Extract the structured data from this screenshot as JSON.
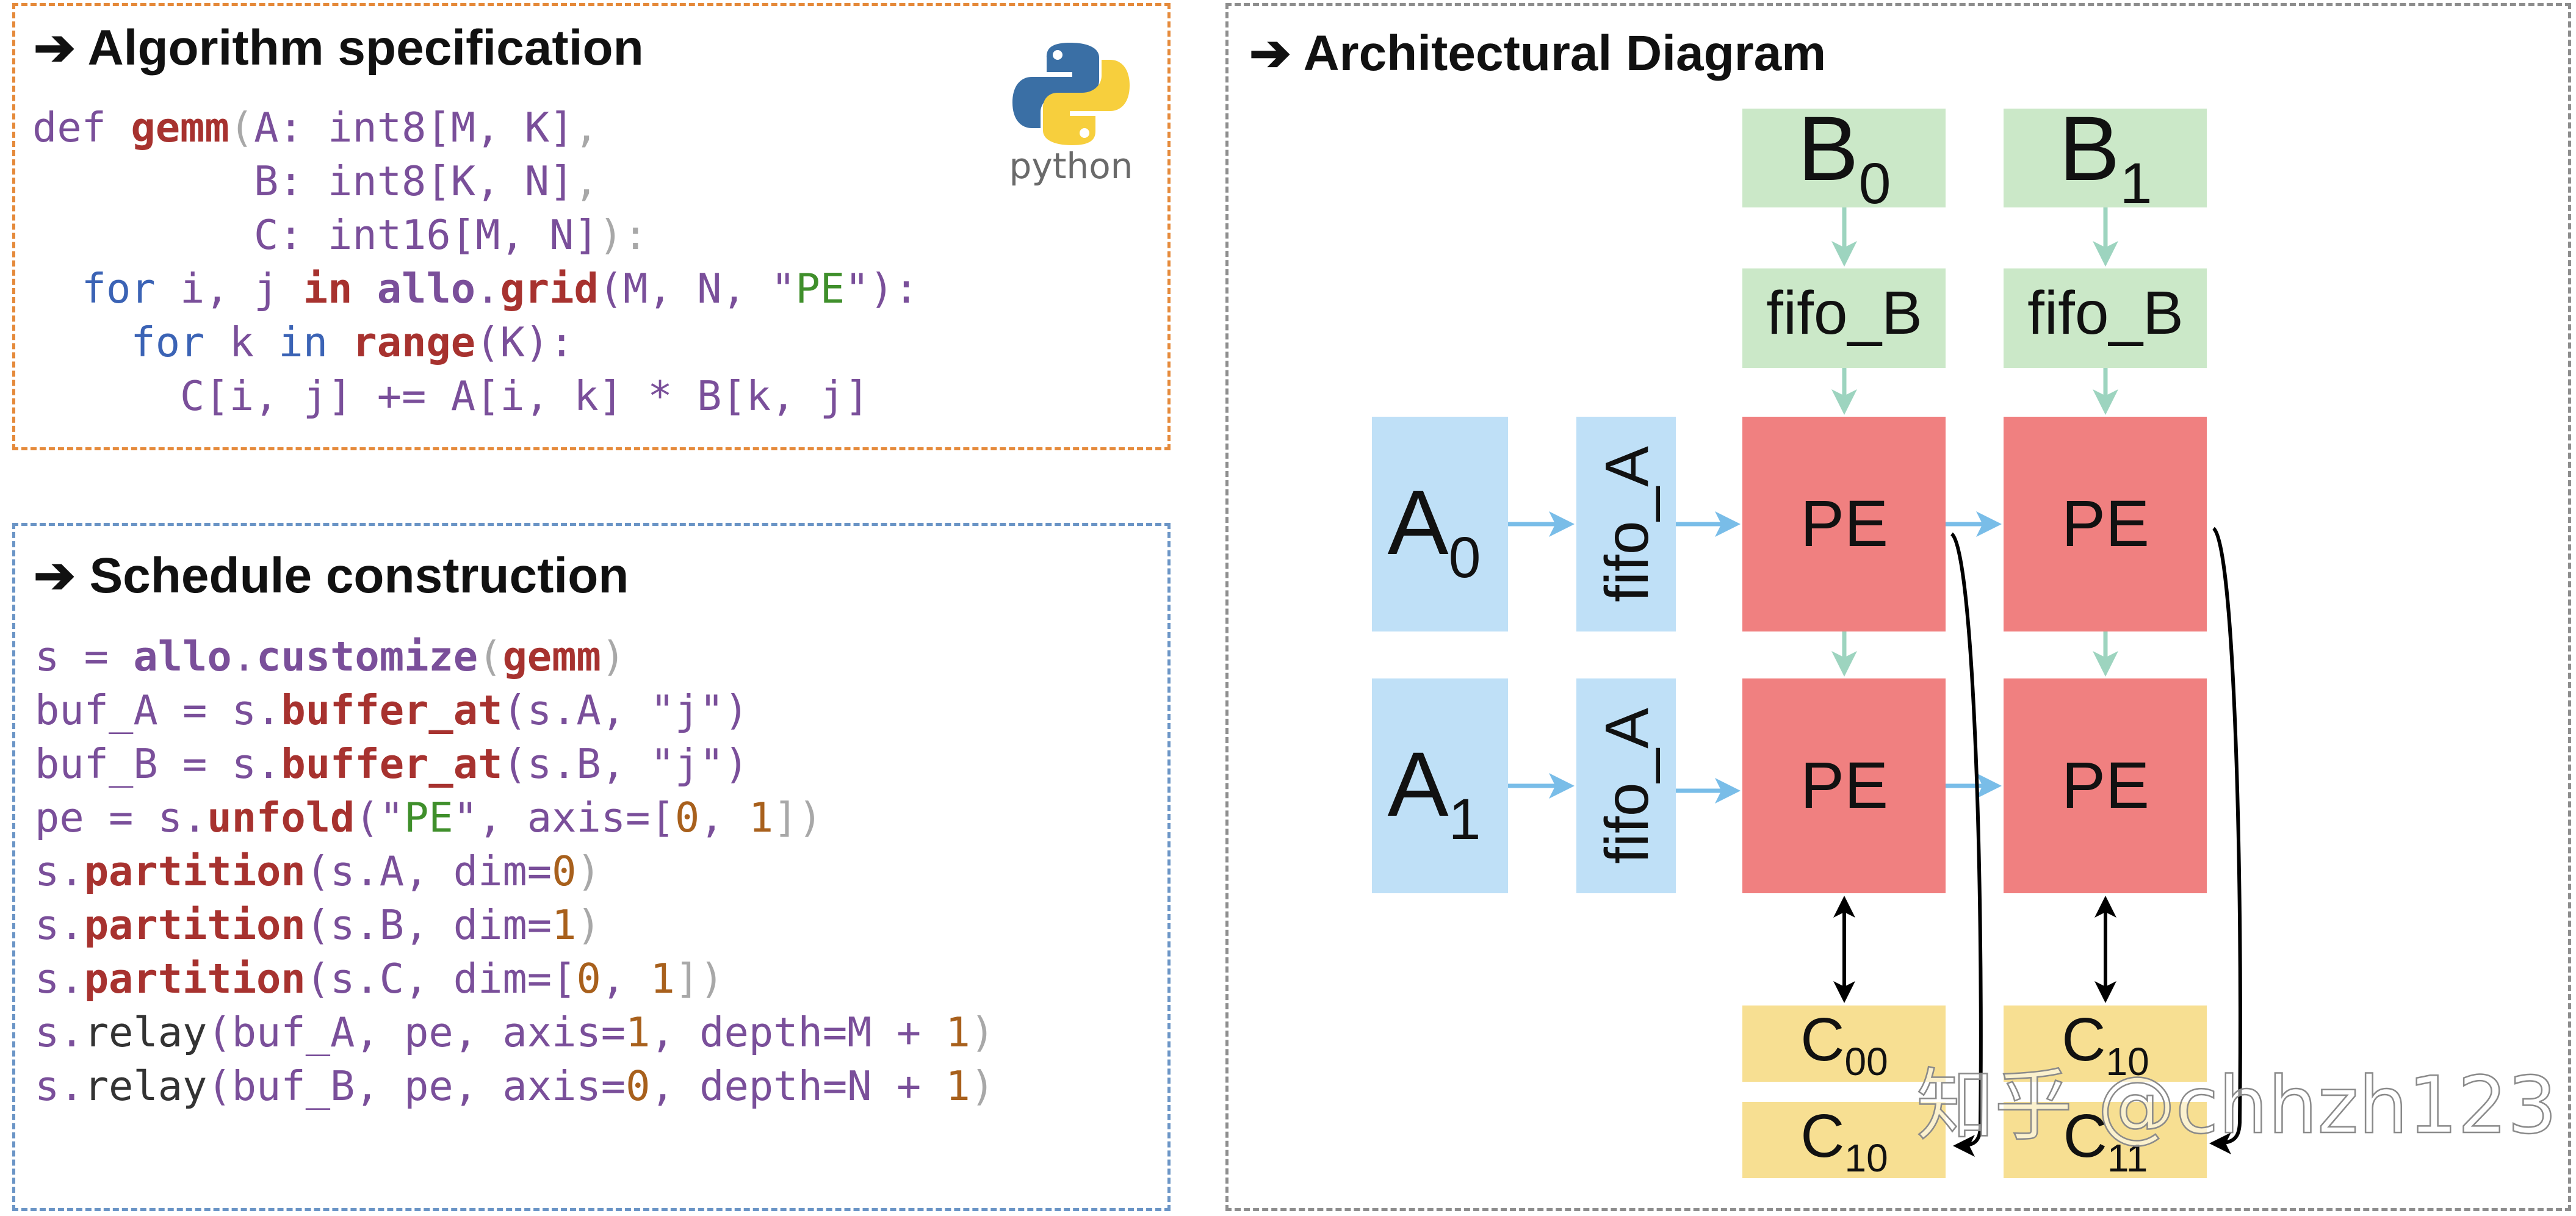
{
  "algorithm_panel": {
    "heading": "➔ Algorithm specification",
    "logo_text": "python",
    "code": [
      [
        {
          "t": "def ",
          "c": "pl"
        },
        {
          "t": "gemm",
          "c": "kw"
        },
        {
          "t": "(",
          "c": "gr"
        },
        {
          "t": "A: int8[M, K]",
          "c": "pl"
        },
        {
          "t": ",",
          "c": "gr"
        }
      ],
      [
        {
          "t": "         B: int8[K, N]",
          "c": "pl"
        },
        {
          "t": ",",
          "c": "gr"
        }
      ],
      [
        {
          "t": "         C: int16[M, N]",
          "c": "pl"
        },
        {
          "t": "):",
          "c": "gr"
        }
      ],
      [
        {
          "t": "  ",
          "c": "pl"
        },
        {
          "t": "for",
          "c": "bl"
        },
        {
          "t": " i, j ",
          "c": "pl"
        },
        {
          "t": "in",
          "c": "kw"
        },
        {
          "t": " ",
          "c": "pl"
        },
        {
          "t": "allo",
          "c": "pk"
        },
        {
          "t": ".",
          "c": "pl"
        },
        {
          "t": "grid",
          "c": "kw"
        },
        {
          "t": "(M, N, \"",
          "c": "pl"
        },
        {
          "t": "PE",
          "c": "st"
        },
        {
          "t": "\"):",
          "c": "pl"
        }
      ],
      [
        {
          "t": "    ",
          "c": "pl"
        },
        {
          "t": "for",
          "c": "bl"
        },
        {
          "t": " k ",
          "c": "pl"
        },
        {
          "t": "in",
          "c": "bl"
        },
        {
          "t": " ",
          "c": "pl"
        },
        {
          "t": "range",
          "c": "kw"
        },
        {
          "t": "(K):",
          "c": "pl"
        }
      ],
      [
        {
          "t": "      C[i, j] += A[i, k] * B[k, j]",
          "c": "pl"
        }
      ]
    ]
  },
  "schedule_panel": {
    "heading": "➔ Schedule construction",
    "code": [
      [
        {
          "t": "s = ",
          "c": "pl"
        },
        {
          "t": "allo",
          "c": "pk"
        },
        {
          "t": ".",
          "c": "pl"
        },
        {
          "t": "customize",
          "c": "pk"
        },
        {
          "t": "(",
          "c": "gr"
        },
        {
          "t": "gemm",
          "c": "kw"
        },
        {
          "t": ")",
          "c": "gr"
        }
      ],
      [
        {
          "t": "buf_A = s.",
          "c": "pl"
        },
        {
          "t": "buffer_at",
          "c": "kw"
        },
        {
          "t": "(s.A, \"j\")",
          "c": "pl"
        }
      ],
      [
        {
          "t": "buf_B = s.",
          "c": "pl"
        },
        {
          "t": "buffer_at",
          "c": "kw"
        },
        {
          "t": "(s.B, \"j\")",
          "c": "pl"
        }
      ],
      [
        {
          "t": "pe = s.",
          "c": "pl"
        },
        {
          "t": "unfold",
          "c": "kw"
        },
        {
          "t": "(\"",
          "c": "pl"
        },
        {
          "t": "PE",
          "c": "st"
        },
        {
          "t": "\", axis=[",
          "c": "pl"
        },
        {
          "t": "0",
          "c": "num"
        },
        {
          "t": ", ",
          "c": "pl"
        },
        {
          "t": "1",
          "c": "num"
        },
        {
          "t": "])",
          "c": "gr"
        }
      ],
      [
        {
          "t": "s.",
          "c": "pl"
        },
        {
          "t": "partition",
          "c": "kw"
        },
        {
          "t": "(s.A, dim=",
          "c": "pl"
        },
        {
          "t": "0",
          "c": "num"
        },
        {
          "t": ")",
          "c": "gr"
        }
      ],
      [
        {
          "t": "s.",
          "c": "pl"
        },
        {
          "t": "partition",
          "c": "kw"
        },
        {
          "t": "(s.B, dim=",
          "c": "pl"
        },
        {
          "t": "1",
          "c": "num"
        },
        {
          "t": ")",
          "c": "gr"
        }
      ],
      [
        {
          "t": "s.",
          "c": "pl"
        },
        {
          "t": "partition",
          "c": "kw"
        },
        {
          "t": "(s.C, dim=[",
          "c": "pl"
        },
        {
          "t": "0",
          "c": "num"
        },
        {
          "t": ", ",
          "c": "pl"
        },
        {
          "t": "1",
          "c": "num"
        },
        {
          "t": "])",
          "c": "gr"
        }
      ],
      [
        {
          "t": "s.",
          "c": "pl"
        },
        {
          "t": "relay",
          "c": "dk"
        },
        {
          "t": "(buf_A, pe, axis=",
          "c": "pl"
        },
        {
          "t": "1",
          "c": "num"
        },
        {
          "t": ", depth=M + ",
          "c": "pl"
        },
        {
          "t": "1",
          "c": "num"
        },
        {
          "t": ")",
          "c": "gr"
        }
      ],
      [
        {
          "t": "s.",
          "c": "pl"
        },
        {
          "t": "relay",
          "c": "dk"
        },
        {
          "t": "(buf_B, pe, axis=",
          "c": "pl"
        },
        {
          "t": "0",
          "c": "num"
        },
        {
          "t": ", depth=N + ",
          "c": "pl"
        },
        {
          "t": "1",
          "c": "num"
        },
        {
          "t": ")",
          "c": "gr"
        }
      ]
    ]
  },
  "architecture_panel": {
    "heading": "➔ Architectural Diagram",
    "b_blocks": [
      {
        "base": "B",
        "sub": "0"
      },
      {
        "base": "B",
        "sub": "1"
      }
    ],
    "fifo_b_label": "fifo_B",
    "a_blocks": [
      {
        "base": "A",
        "sub": "0"
      },
      {
        "base": "A",
        "sub": "1"
      }
    ],
    "fifo_a_label": "fifo_A",
    "pe_label": "PE",
    "c_blocks": [
      {
        "base": "C",
        "sub": "00"
      },
      {
        "base": "C",
        "sub": "10"
      },
      {
        "base": "C",
        "sub": "10"
      },
      {
        "base": "C",
        "sub": "11"
      }
    ]
  },
  "watermark": "知乎 @chhzh123",
  "colors": {
    "b_fill": "#cbe8c8",
    "a_fill": "#bfe0f7",
    "pe_fill": "#f08080",
    "c_fill": "#f7df92",
    "arrow_green": "#9dd4bf",
    "arrow_blue": "#79bde8",
    "keyword": "#a7322f",
    "plain": "#7a4f9a",
    "for_blue": "#3b63b5",
    "string": "#3f8f2b",
    "number": "#a8601c"
  }
}
